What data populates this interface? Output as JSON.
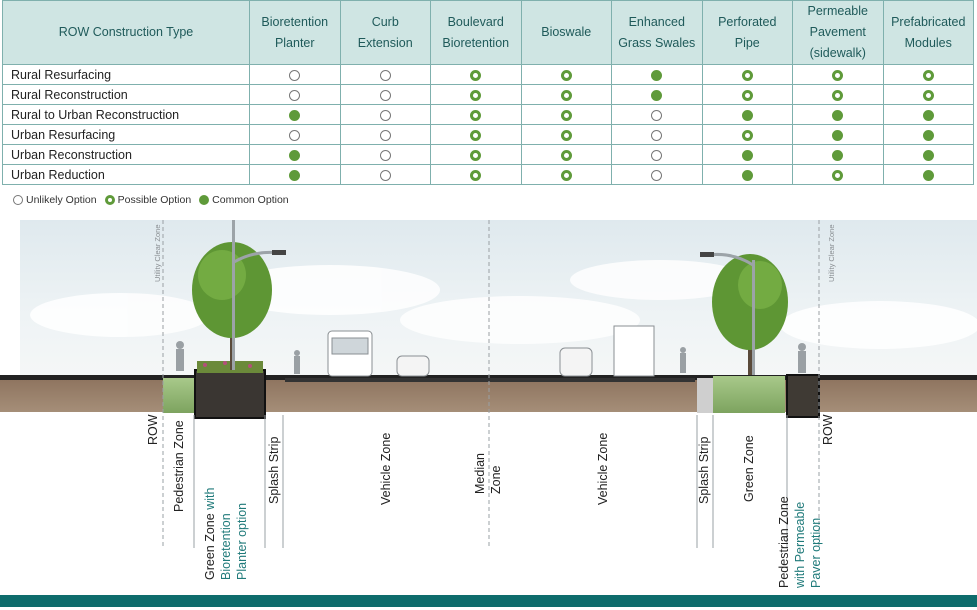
{
  "table": {
    "header_first": "ROW Construction Type",
    "columns": [
      {
        "lines": [
          "Bioretention",
          "Planter"
        ]
      },
      {
        "lines": [
          "Curb",
          "Extension"
        ]
      },
      {
        "lines": [
          "Boulevard",
          "Bioretention"
        ]
      },
      {
        "lines": [
          "Bioswale"
        ]
      },
      {
        "lines": [
          "Enhanced",
          "Grass Swales"
        ]
      },
      {
        "lines": [
          "Perforated",
          "Pipe"
        ]
      },
      {
        "lines": [
          "Permeable",
          "Pavement",
          "(sidewalk)"
        ]
      },
      {
        "lines": [
          "Prefabricated",
          "Modules"
        ]
      }
    ],
    "rows": [
      {
        "label": "Rural Resurfacing",
        "values": [
          "unlikely",
          "unlikely",
          "possible",
          "possible",
          "common",
          "possible",
          "possible",
          "possible"
        ]
      },
      {
        "label": "Rural Reconstruction",
        "values": [
          "unlikely",
          "unlikely",
          "possible",
          "possible",
          "common",
          "possible",
          "possible",
          "possible"
        ]
      },
      {
        "label": "Rural to Urban Reconstruction",
        "values": [
          "common",
          "unlikely",
          "possible",
          "possible",
          "unlikely",
          "common",
          "common",
          "common"
        ]
      },
      {
        "label": "Urban Resurfacing",
        "values": [
          "unlikely",
          "unlikely",
          "possible",
          "possible",
          "unlikely",
          "possible",
          "common",
          "common"
        ]
      },
      {
        "label": "Urban Reconstruction",
        "values": [
          "common",
          "unlikely",
          "possible",
          "possible",
          "unlikely",
          "common",
          "common",
          "common"
        ]
      },
      {
        "label": "Urban Reduction",
        "values": [
          "common",
          "unlikely",
          "possible",
          "possible",
          "unlikely",
          "common",
          "possible",
          "common"
        ]
      }
    ]
  },
  "legend": {
    "unlikely": "Unlikely Option",
    "possible": "Possible Option",
    "common": "Common Option"
  },
  "cross_section": {
    "utility_clear_zone": "Utility Clear Zone",
    "labels": {
      "row_left": "ROW",
      "pedestrian_zone": "Pedestrian Zone",
      "green_zone_left": "Green Zone",
      "green_zone_left_option_1": "with",
      "green_zone_left_option_2": "Bioretention",
      "green_zone_left_option_3": "Planter option",
      "splash_strip_left": "Splash Strip",
      "vehicle_zone_left": "Vehicle Zone",
      "median_zone_1": "Median",
      "median_zone_2": "Zone",
      "vehicle_zone_right": "Vehicle Zone",
      "splash_strip_right": "Splash Strip",
      "green_zone_right": "Green Zone",
      "pedestrian_zone_right": "Pedestrian Zone",
      "pedestrian_zone_right_option_1": "with Permeable",
      "pedestrian_zone_right_option_2": "Paver option",
      "row_right": "ROW"
    }
  },
  "colors": {
    "header_bg": "#cfe5e3",
    "header_text": "#1f5a5a",
    "border": "#7fb0ad",
    "dot_green": "#5f9a3a",
    "footer_bar": "#0e6c6c",
    "option_text": "#1f7a7a"
  }
}
